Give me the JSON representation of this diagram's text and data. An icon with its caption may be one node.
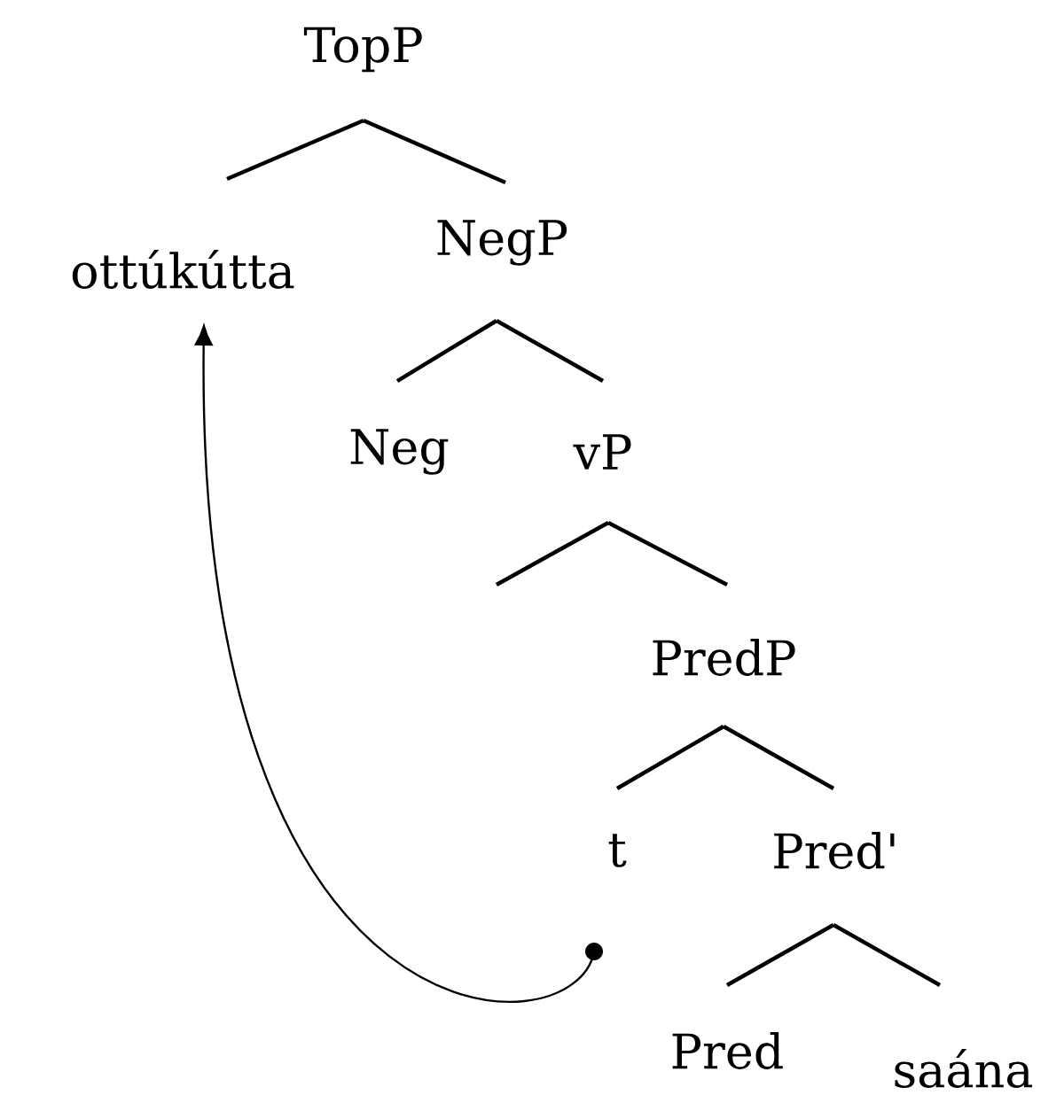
{
  "diagram": {
    "nodes": [
      {
        "text": [
          "TopP"
        ]
      },
      {
        "text": [
          "ottúkútta"
        ]
      },
      {
        "text": [
          "NegP"
        ]
      },
      {
        "text": [
          "Neg"
        ]
      },
      {
        "text": [
          "vP"
        ]
      },
      {
        "text": [
          "PredP"
        ]
      },
      {
        "text": [
          "t"
        ]
      },
      {
        "text": [
          "Pred'"
        ]
      },
      {
        "text": [
          "Pred"
        ]
      },
      {
        "text": [
          "saána"
        ]
      },
      {
        "text": [],
        "shape": "circle"
      }
    ],
    "edges": [
      {
        "from": 0,
        "to": 1,
        "arrow": "none"
      },
      {
        "from": 0,
        "to": 2,
        "arrow": "none"
      },
      {
        "from": 2,
        "to": 3,
        "arrow": "none"
      },
      {
        "from": 2,
        "to": 4,
        "arrow": "none"
      },
      {
        "from": 4,
        "to": null,
        "arrow": "none"
      },
      {
        "from": 4,
        "to": 5,
        "arrow": "none"
      },
      {
        "from": 5,
        "to": 6,
        "arrow": "none"
      },
      {
        "from": 5,
        "to": 7,
        "arrow": "none"
      },
      {
        "from": 7,
        "to": 8,
        "arrow": "none"
      },
      {
        "from": 7,
        "to": 9,
        "arrow": "none"
      },
      {
        "from": 10,
        "to": 1,
        "arrow": "to"
      }
    ]
  }
}
